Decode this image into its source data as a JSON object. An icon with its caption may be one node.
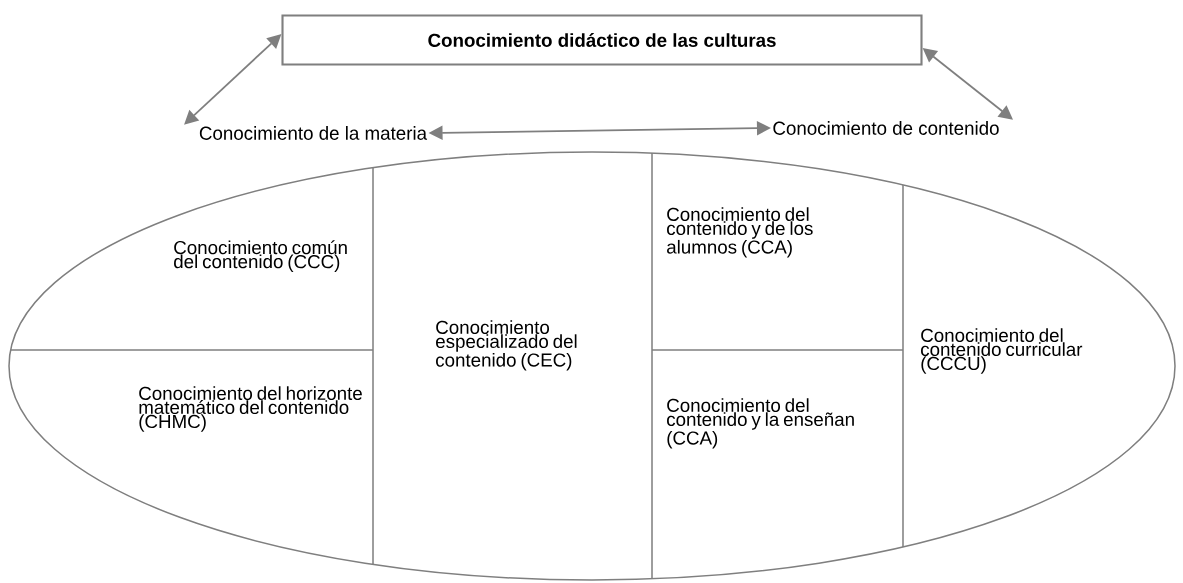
{
  "diagram": {
    "nodes": [
      {
        "text": [
          "Conocimiento didáctico de las culturas"
        ]
      },
      {
        "text": [
          "Conocimiento de la materia"
        ]
      },
      {
        "text": [
          "Conocimiento de contenido"
        ]
      },
      {
        "text": [],
        "shape": "ellipse"
      },
      {
        "text": [
          "Conocimiento común del contenido (CCC)"
        ],
        "in": 3
      },
      {
        "text": [
          "Conocimiento del horizonte matemático del contenido (CHMC)"
        ],
        "in": 3
      },
      {
        "text": [
          "Conocimiento especializado del contenido (CEC)"
        ],
        "in": 3
      },
      {
        "text": [
          "Conocimiento del contenido y de los alumnos (CCA)"
        ],
        "in": 3
      },
      {
        "text": [
          "Conocimiento del contenido y la enseñan (CCA)"
        ],
        "in": 3
      },
      {
        "text": [
          "Conocimiento del contenido curricular (CCCU)"
        ],
        "in": 3
      }
    ],
    "edges": [
      {
        "from": 1,
        "to": 0,
        "arrow": "both"
      },
      {
        "from": 2,
        "to": 0,
        "arrow": "both"
      },
      {
        "from": 1,
        "to": 2,
        "arrow": "both"
      }
    ]
  }
}
